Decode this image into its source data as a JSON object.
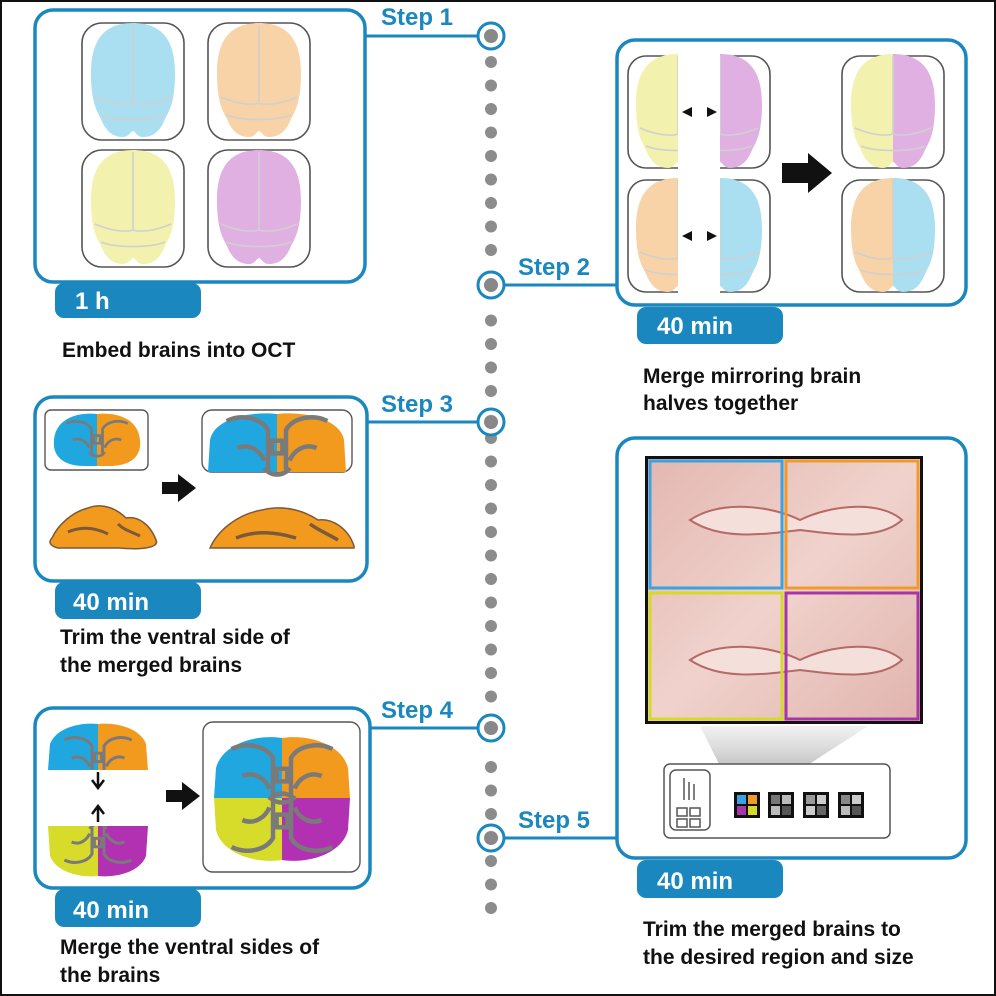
{
  "steps": [
    {
      "label": "Step 1",
      "time": "1 h",
      "caption_lines": [
        "Embed brains into OCT"
      ]
    },
    {
      "label": "Step 2",
      "time": "40 min",
      "caption_lines": [
        "Merge mirroring brain",
        "halves together"
      ]
    },
    {
      "label": "Step 3",
      "time": "40 min",
      "caption_lines": [
        "Trim the ventral side of",
        "the merged brains"
      ]
    },
    {
      "label": "Step 4",
      "time": "40 min",
      "caption_lines": [
        "Merge the ventral sides of",
        "the brains"
      ]
    },
    {
      "label": "Step 5",
      "time": "40 min",
      "caption_lines": [
        "Trim the merged brains to",
        "the desired region and size"
      ]
    }
  ],
  "colors": {
    "accent": "#1a88bf",
    "brain_blue": "#a9dff0",
    "brain_peach": "#f8d3a8",
    "brain_yellow": "#f3f1ae",
    "brain_purple": "#e1b0e2",
    "section_blue": "#21a7df",
    "section_orange": "#f29a1e",
    "section_yellow": "#d7dc2b",
    "section_purple": "#b231b3",
    "tissue_pink": "#e8c2be",
    "frame_blue": "#3aa2e0",
    "frame_orange": "#f09a2a",
    "frame_yellow": "#d5da2a",
    "frame_purple": "#a636a6"
  },
  "icons": [
    "arrow-right-icon",
    "arrow-converge-icon",
    "slide-scanner-icon",
    "color-square-icon"
  ]
}
